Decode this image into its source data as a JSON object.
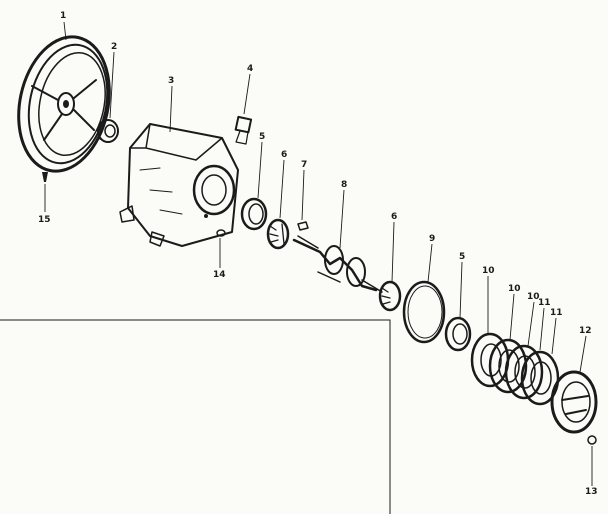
{
  "callouts": {
    "c1": "1",
    "c2": "2",
    "c3": "3",
    "c4": "4",
    "c5a": "5",
    "c6a": "6",
    "c7": "7",
    "c8": "8",
    "c6b": "6",
    "c9": "9",
    "c5b": "5",
    "c10a": "10",
    "c10b": "10",
    "c10c": "10",
    "c11a": "11",
    "c11b": "11",
    "c12": "12",
    "c13": "13",
    "c14": "14",
    "c15": "15"
  },
  "colors": {
    "ink": "#1b1b1b",
    "paper": "#fbfbf8"
  }
}
